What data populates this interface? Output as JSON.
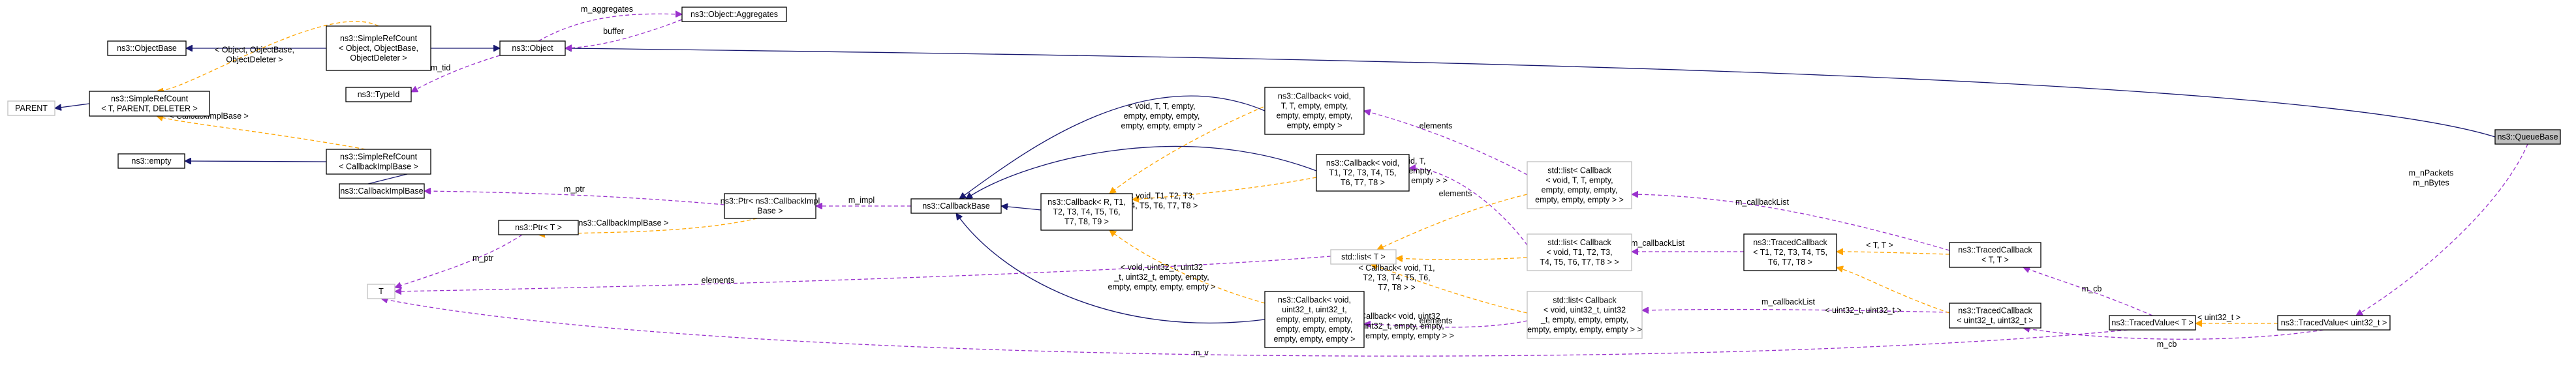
{
  "colors": {
    "inherit": "#191970",
    "template": "#ffa500",
    "usage": "#9a32cd",
    "node_border": "#000000",
    "node_border_gray": "#bfbfbf",
    "focus_fill": "#bfbfbf"
  },
  "nodes": {
    "objectbase": [
      "ns3::ObjectBase"
    ],
    "srcount_obj": [
      "ns3::SimpleRefCount",
      "< Object, ObjectBase,",
      "ObjectDeleter >"
    ],
    "object": [
      "ns3::Object"
    ],
    "aggregates": [
      "ns3::Object::Aggregates"
    ],
    "typeid": [
      "ns3::TypeId"
    ],
    "parent": [
      "PARENT"
    ],
    "srcount_t": [
      "ns3::SimpleRefCount",
      "< T, PARENT, DELETER >"
    ],
    "empty": [
      "ns3::empty"
    ],
    "srcount_cb": [
      "ns3::SimpleRefCount",
      "< CallbackImplBase >"
    ],
    "cbimplbase": [
      "ns3::CallbackImplBase"
    ],
    "ptr_cbimpl": [
      "ns3::Ptr< ns3::CallbackImpl",
      "Base >"
    ],
    "ptr_t": [
      "ns3::Ptr< T >"
    ],
    "t": [
      "T"
    ],
    "cbbase": [
      "ns3::CallbackBase"
    ],
    "cb_generic": [
      "ns3::Callback< R, T1,",
      "T2, T3, T4, T5, T6,",
      "T7, T8, T9 >"
    ],
    "cb_void_t": [
      "ns3::Callback< void,",
      "T, T, empty, empty,",
      "empty, empty, empty,",
      "empty, empty >"
    ],
    "cb_void_t1": [
      "ns3::Callback< void,",
      "T1, T2, T3, T4, T5,",
      "T6, T7, T8 >"
    ],
    "cb_uint32": [
      "ns3::Callback< void,",
      "uint32_t, uint32_t,",
      "empty, empty, empty,",
      "empty, empty, empty,",
      "empty, empty, empty >"
    ],
    "list_t": [
      "std::list< T >"
    ],
    "list_cb_t": [
      "std::list< Callback",
      "< void, T, T, empty,",
      "empty, empty, empty,",
      "empty, empty, empty > >"
    ],
    "list_cb_t1": [
      "std::list< Callback",
      "< void, T1, T2, T3,",
      "T4, T5, T6, T7, T8 > >"
    ],
    "list_cb_u32": [
      "std::list< Callback",
      "< void, uint32_t, uint32",
      "_t, empty, empty, empty,",
      "empty, empty, empty, empty > >"
    ],
    "tcb_t1": [
      "ns3::TracedCallback",
      "< T1, T2, T3, T4, T5,",
      "T6, T7, T8 >"
    ],
    "tcb_t": [
      "ns3::TracedCallback",
      "< T, T >"
    ],
    "tcb_u32": [
      "ns3::TracedCallback",
      "< uint32_t, uint32_t >"
    ],
    "tv_t": [
      "ns3::TracedValue< T >"
    ],
    "tv_u32": [
      "ns3::TracedValue< uint32_t >"
    ],
    "queuebase": [
      "ns3::QueueBase"
    ]
  },
  "edge_labels": {
    "m_aggregates": [
      "m_aggregates"
    ],
    "buffer": [
      "buffer"
    ],
    "m_tid": [
      "m_tid"
    ],
    "srcount_obj_args": [
      "< Object, ObjectBase,",
      "ObjectDeleter >"
    ],
    "srcount_cb_args": [
      "< CallbackImplBase >"
    ],
    "m_ptr_cb": [
      "m_ptr"
    ],
    "m_impl": [
      "m_impl"
    ],
    "ptr_cbimpl_args": [
      "< ns3::CallbackImplBase >"
    ],
    "m_ptr_t": [
      "m_ptr"
    ],
    "elements_t": [
      "elements"
    ],
    "elements_1": [
      "elements"
    ],
    "elements_2": [
      "elements"
    ],
    "elements_3": [
      "elements"
    ],
    "cb_void_t_args": [
      "< void, T, T, empty,",
      "empty, empty, empty,",
      "empty, empty, empty >"
    ],
    "cb_void_t1_args": [
      "< void, T1, T2, T3,",
      "T4, T5, T6, T7, T8 >"
    ],
    "cb_uint32_args": [
      "< void, uint32_t, uint32",
      "_t, uint32_t, empty, empty,",
      "empty, empty, empty, empty >"
    ],
    "list_cb_t_args": [
      "< Callback< void, T,",
      "T, empty, empty, empty,",
      "empty, empty, empty, empty > >"
    ],
    "list_cb_t1_args": [
      "< Callback< void, T1,",
      "T2, T3, T4, T5, T6,",
      "T7, T8 > >"
    ],
    "list_cb_u32_args": [
      "< Callback< void, uint32",
      "_t, uint32_t, empty, empty,",
      "empty, empty, empty, empty > >"
    ],
    "m_callbacklist_1": [
      "m_callbackList"
    ],
    "m_callbacklist_2": [
      "m_callbackList"
    ],
    "m_callbacklist_3": [
      "m_callbackList"
    ],
    "tcb_t_args": [
      "< T, T >"
    ],
    "tcb_u32_args": [
      "< uint32_t, uint32_t >"
    ],
    "m_cb_1": [
      "m_cb"
    ],
    "m_cb_2": [
      "m_cb"
    ],
    "tv_u32_args": [
      "< uint32_t >"
    ],
    "m_v": [
      "m_v"
    ],
    "m_npackets": [
      "m_nPackets",
      "m_nBytes"
    ]
  }
}
